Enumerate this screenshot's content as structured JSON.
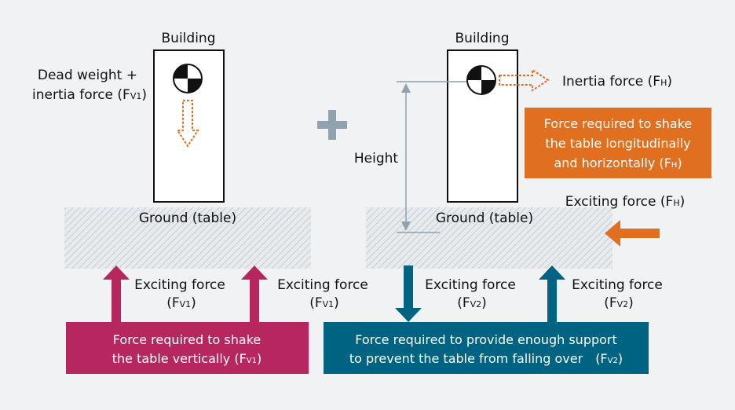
{
  "left": {
    "building_label": "Building",
    "dead_weight_line1": "Dead weight +",
    "dead_weight_line2_base": "inertia force (F",
    "dead_weight_line2_sub": "V1",
    "ground_label": "Ground (table)",
    "exciting_a_line1": "Exciting force",
    "exciting_a_line2_base": "(F",
    "exciting_a_line2_sub": "V1",
    "exciting_b_line1": "Exciting force",
    "exciting_b_line2_base": "(F",
    "exciting_b_line2_sub": "V1",
    "box_line1": "Force required to shake",
    "box_line2_base": "the table vertically (F",
    "box_line2_sub": "V1",
    "box_color": "#b5275e",
    "arrow_color": "#b5275e"
  },
  "plus_color": "#8fa2ad",
  "right": {
    "building_label": "Building",
    "inertia_base": "Inertia force (F",
    "inertia_sub": "H",
    "height_label": "Height",
    "ground_label": "Ground (table)",
    "exciting_h_base": "Exciting force (F",
    "exciting_h_sub": "H",
    "exciting_c_line1": "Exciting force",
    "exciting_c_line2_base": "(F",
    "exciting_c_line2_sub": "V2",
    "exciting_d_line1": "Exciting force",
    "exciting_d_line2_base": "(F",
    "exciting_d_line2_sub": "V2",
    "orange_line1": "Force required to shake",
    "orange_line2": "the table longitudinally",
    "orange_line3_base": "and horizontally (F",
    "orange_line3_sub": "H",
    "teal_line1": "Force required to provide enough support",
    "teal_line2_base": "to prevent the table from falling over (F",
    "teal_line2_sub": "V2",
    "orange_color": "#e06f1f",
    "teal_color": "#006381"
  }
}
